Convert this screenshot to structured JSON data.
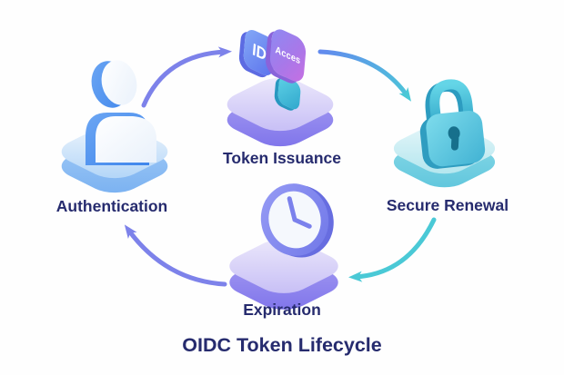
{
  "diagram": {
    "title": "OIDC Token Lifecycle",
    "nodes": [
      {
        "id": "authentication",
        "label": "Authentication",
        "icon": "user-icon",
        "platform_color": "#9cc6f4"
      },
      {
        "id": "token-issuance",
        "label": "Token Issuance",
        "icon": "token-cards-icon",
        "platform_color": "#aba2f3",
        "cards": {
          "id_token": "ID",
          "access_token": "Acces"
        }
      },
      {
        "id": "secure-renewal",
        "label": "Secure Renewal",
        "icon": "lock-icon",
        "platform_color": "#8fd8e6"
      },
      {
        "id": "expiration",
        "label": "Expiration",
        "icon": "clock-icon",
        "platform_color": "#aba2f3"
      }
    ],
    "arrows": [
      {
        "from": "authentication",
        "to": "token-issuance",
        "stroke": "#7d82ea"
      },
      {
        "from": "token-issuance",
        "to": "secure-renewal",
        "stroke_start": "#628aee",
        "stroke_end": "#4cc6d8"
      },
      {
        "from": "secure-renewal",
        "to": "expiration",
        "stroke": "#4ac9d6"
      },
      {
        "from": "expiration",
        "to": "authentication",
        "stroke": "#7d82ea"
      }
    ],
    "colors": {
      "label_text": "#262b6e",
      "background": "#fefefe",
      "card_id_blue": "#6a84f1",
      "card_access_purple": "#b06ae4",
      "chip_teal": "#3bbcd9",
      "lock_teal": "#4cc0da",
      "clock_periwinkle": "#868cf0",
      "user_blue": "#4a8ced"
    }
  }
}
